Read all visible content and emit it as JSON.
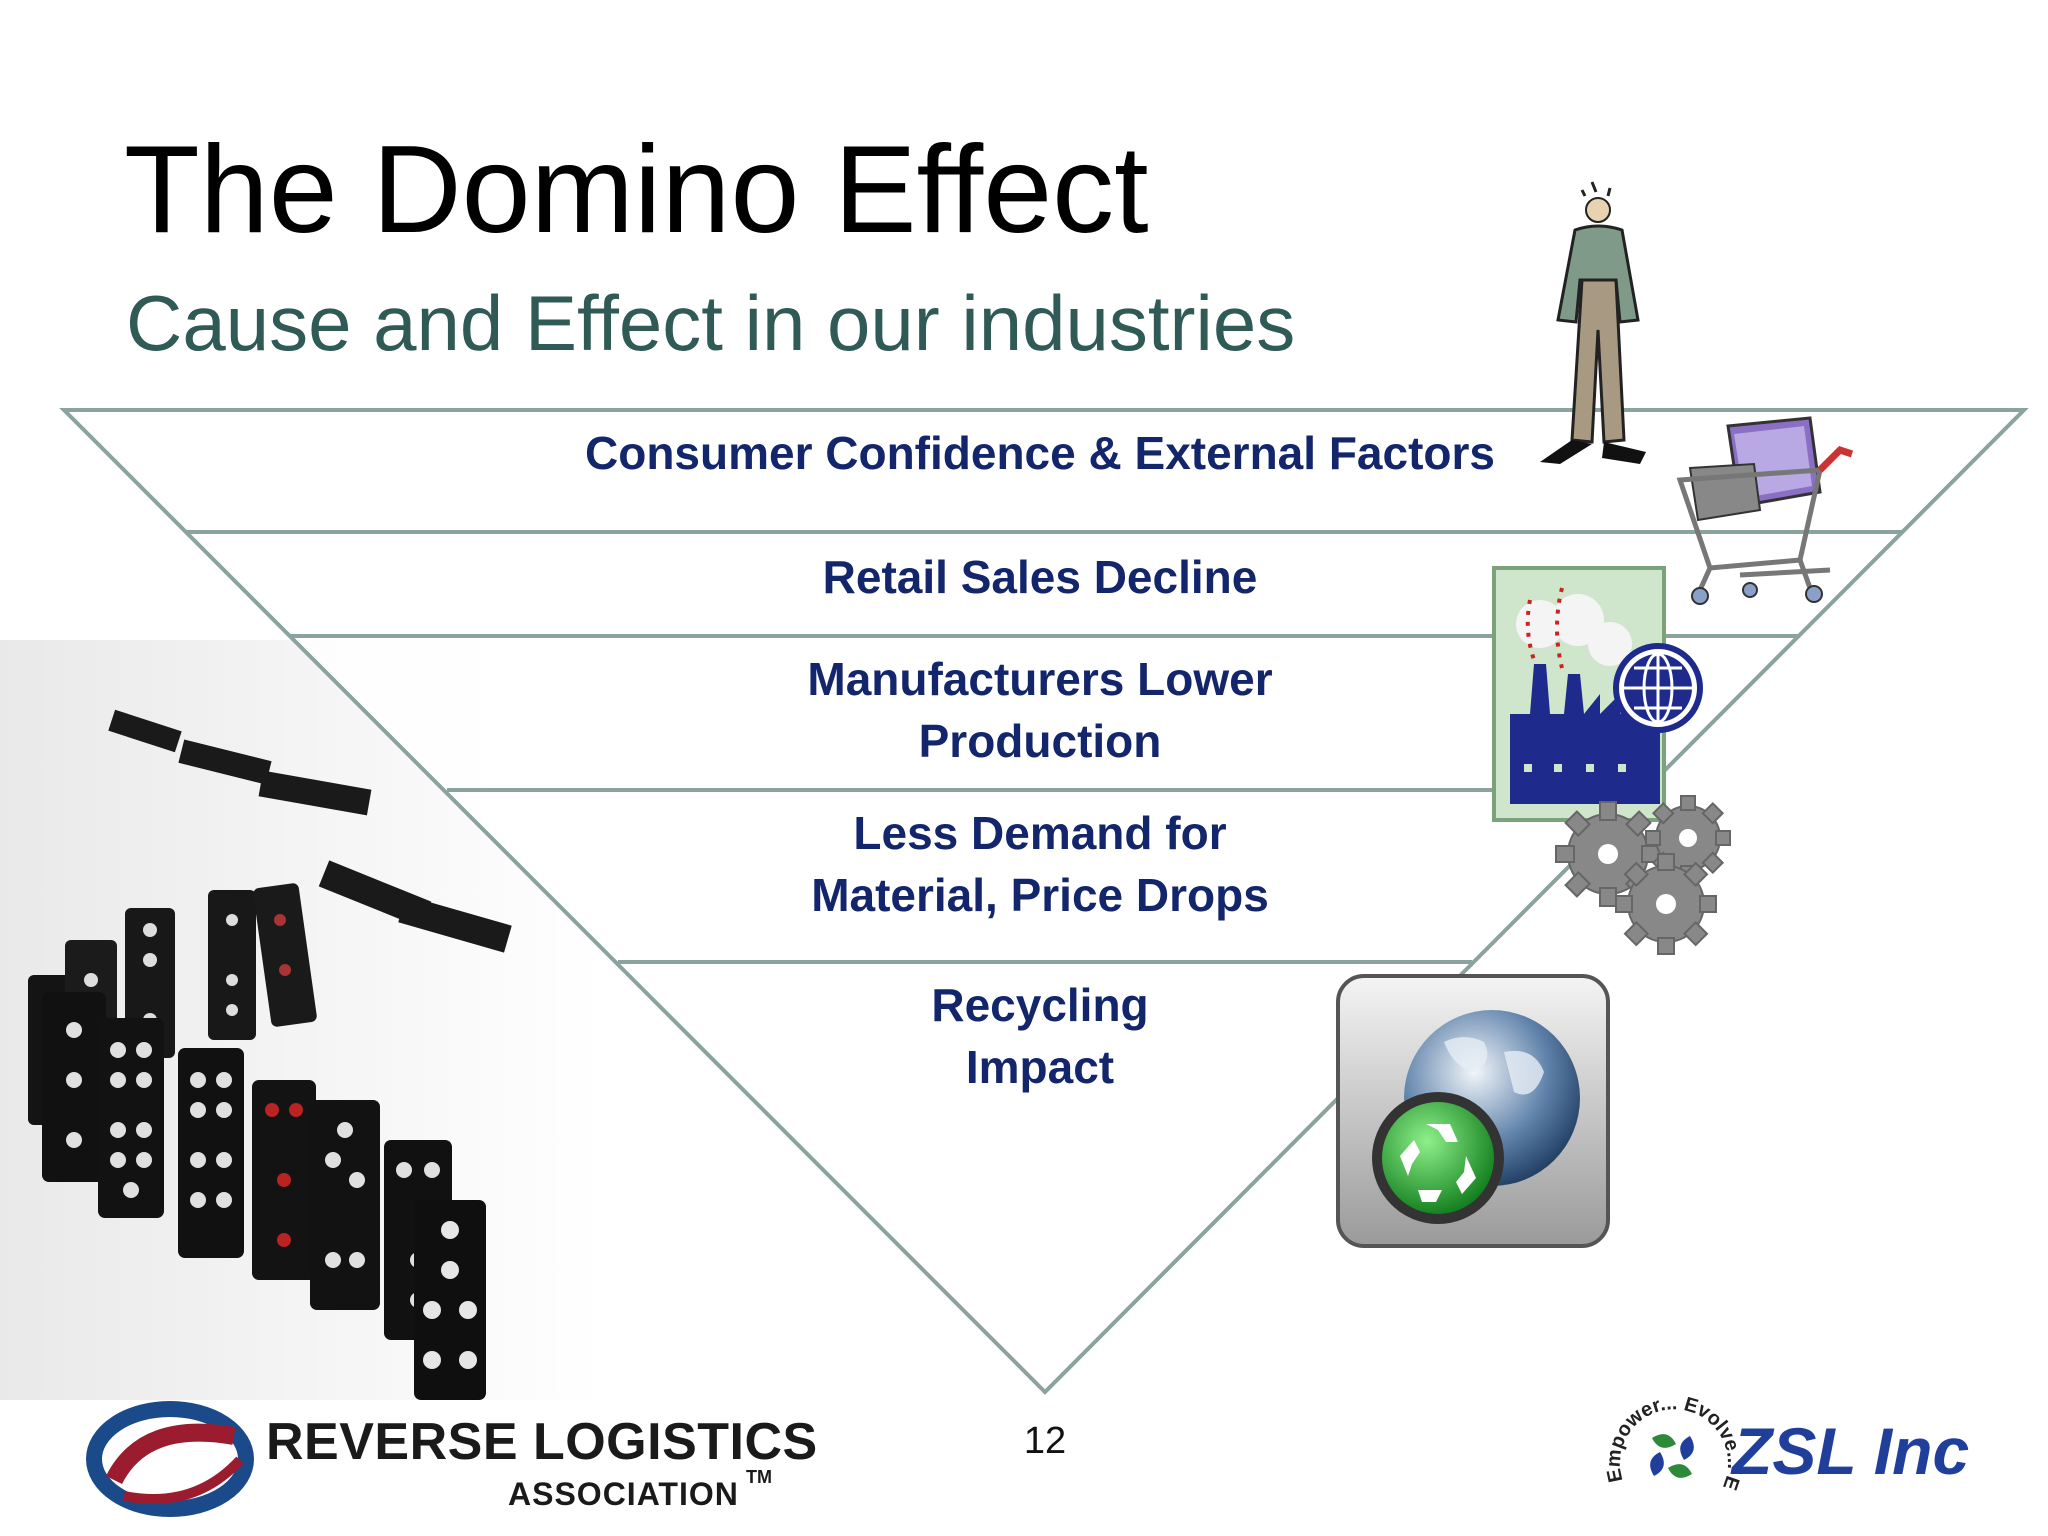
{
  "slide": {
    "title": "The Domino Effect",
    "subtitle": "Cause and Effect in our industries",
    "page_number": "12"
  },
  "pyramid": {
    "tiers": [
      {
        "lines": [
          "Consumer Confidence & External Factors"
        ],
        "icon": "worried-man-icon"
      },
      {
        "lines": [
          "Retail Sales Decline"
        ],
        "icon": "shopping-cart-computer-icon"
      },
      {
        "lines": [
          "Manufacturers Lower",
          "Production"
        ],
        "icon": "factory-globe-icon"
      },
      {
        "lines": [
          "Less Demand for",
          "Material, Price Drops"
        ],
        "icon": "gears-icon"
      },
      {
        "lines": [
          "Recycling",
          "Impact"
        ],
        "icon": "recycling-globe-icon"
      }
    ]
  },
  "logos": {
    "rla_name": "REVERSE LOGISTICS",
    "rla_sub": "ASSOCIATION",
    "rla_tm": "TM",
    "zsl_name": "ZSL Inc",
    "zsl_tagline": "Empower... Evolve... Emerge..."
  },
  "colors": {
    "tier_text": "#13266b",
    "subtitle": "#2f5a55",
    "pyramid_line": "#8aa39f",
    "zsl_blue": "#1f3f9a",
    "rla_red": "#9b1c2e",
    "rla_blue": "#1b4a8a"
  }
}
